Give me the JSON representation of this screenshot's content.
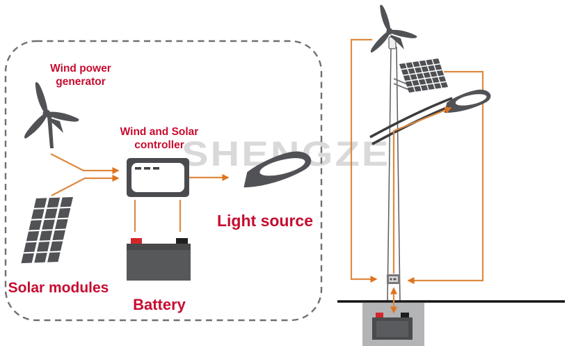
{
  "schematic": {
    "labels": {
      "wind_generator": {
        "line1": "Wind power",
        "line2": "generator"
      },
      "controller": {
        "line1": "Wind and Solar",
        "line2": "controller"
      },
      "light_source": "Light source",
      "solar_modules": "Solar modules",
      "battery": "Battery"
    },
    "watermark": "SHENGZE",
    "icons": [
      "wind-turbine-icon",
      "solar-panel-icon",
      "controller-icon",
      "battery-icon",
      "street-lamp-icon",
      "pole-wind-turbine-icon",
      "pole-solar-panel-icon",
      "pole-lamp-icon",
      "pole-controller-box",
      "underground-battery-icon",
      "foundation-pit",
      "ground-line"
    ],
    "colors": {
      "label_red": "#c60c30",
      "line_orange": "#de8a40",
      "arrow_orange": "#e0731e",
      "icon_gray": "#515255",
      "watermark_gray": "#d9d9d9",
      "border_gray": "#6f7072"
    }
  }
}
